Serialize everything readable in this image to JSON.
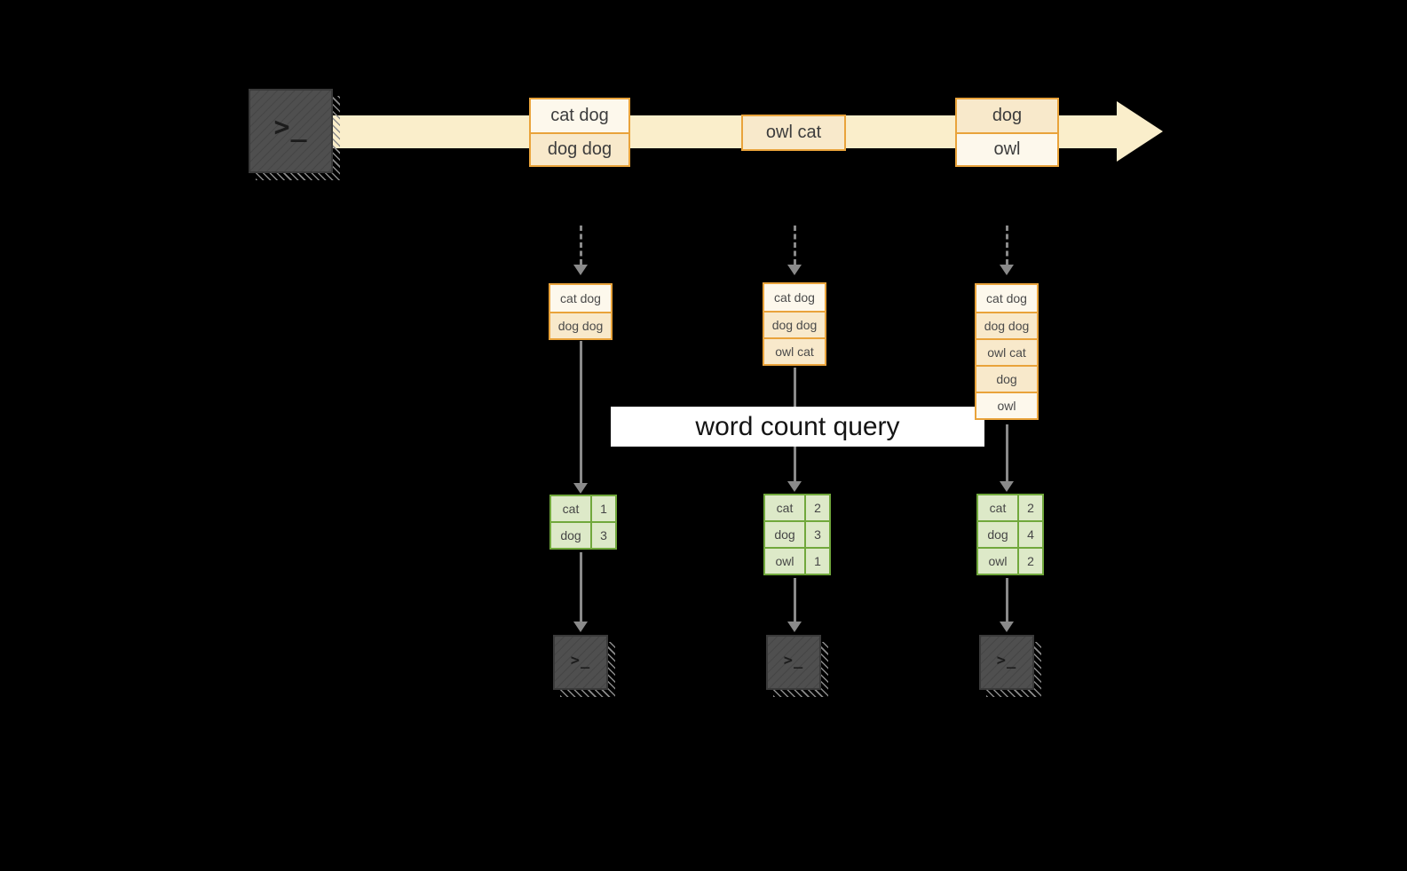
{
  "banner": {
    "label": "word count query"
  },
  "icons": {
    "terminal_prompt": ">_"
  },
  "colors": {
    "background": "#000000",
    "stream_band": "#faeecb",
    "event_border": "#e9a33b",
    "event_fill_light": "#fdf8ec",
    "event_fill_cream": "#f8e9cb",
    "result_border": "#71a83c",
    "result_fill": "#dde9c8",
    "arrow": "#8a8a8a",
    "terminal": "#4f4f4f",
    "banner_bg": "#ffffff",
    "banner_text": "#141414"
  },
  "stream": {
    "events": [
      {
        "rows": [
          "cat dog",
          "dog dog"
        ]
      },
      {
        "rows": [
          "owl cat"
        ]
      },
      {
        "rows": [
          "dog",
          "owl"
        ]
      }
    ]
  },
  "snapshots": [
    {
      "log": [
        "cat dog",
        "dog dog"
      ],
      "result": [
        {
          "word": "cat",
          "count": "1"
        },
        {
          "word": "dog",
          "count": "3"
        }
      ]
    },
    {
      "log": [
        "cat dog",
        "dog dog",
        "owl cat"
      ],
      "result": [
        {
          "word": "cat",
          "count": "2"
        },
        {
          "word": "dog",
          "count": "3"
        },
        {
          "word": "owl",
          "count": "1"
        }
      ]
    },
    {
      "log": [
        "cat dog",
        "dog dog",
        "owl cat",
        "dog",
        "owl"
      ],
      "result": [
        {
          "word": "cat",
          "count": "2"
        },
        {
          "word": "dog",
          "count": "4"
        },
        {
          "word": "owl",
          "count": "2"
        }
      ]
    }
  ]
}
